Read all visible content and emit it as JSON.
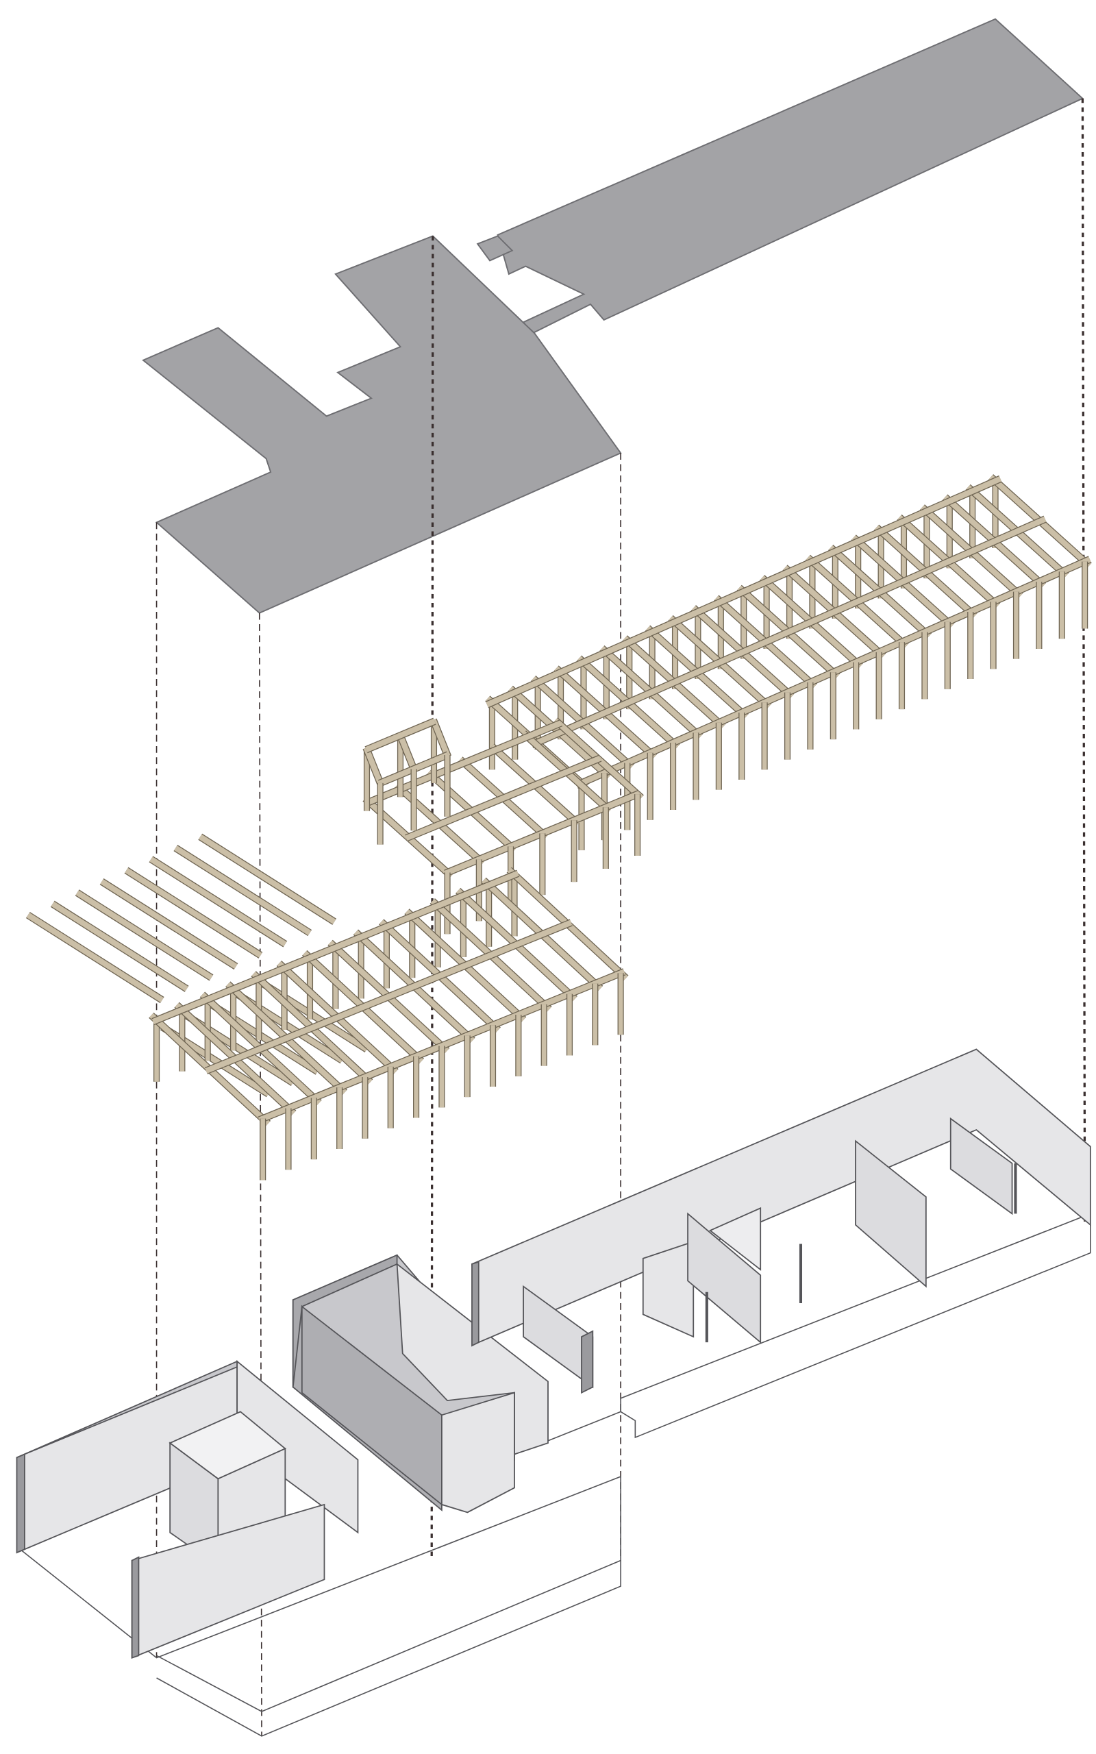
{
  "diagram": {
    "type": "exploded-axonometric",
    "layers": [
      "roof",
      "timber-structure",
      "walls-and-floor"
    ],
    "colors": {
      "background": "#ffffff",
      "roof_fill": "#a3a3a6",
      "roof_stroke": "#6e6e72",
      "timber_fill": "#cbbfa7",
      "timber_stroke": "#6f6553",
      "wall_fill": "#e6e6e8",
      "wall_dark": "#c8c8cc",
      "wall_stroke": "#555559",
      "guide_line": "#3a2f2f"
    }
  }
}
